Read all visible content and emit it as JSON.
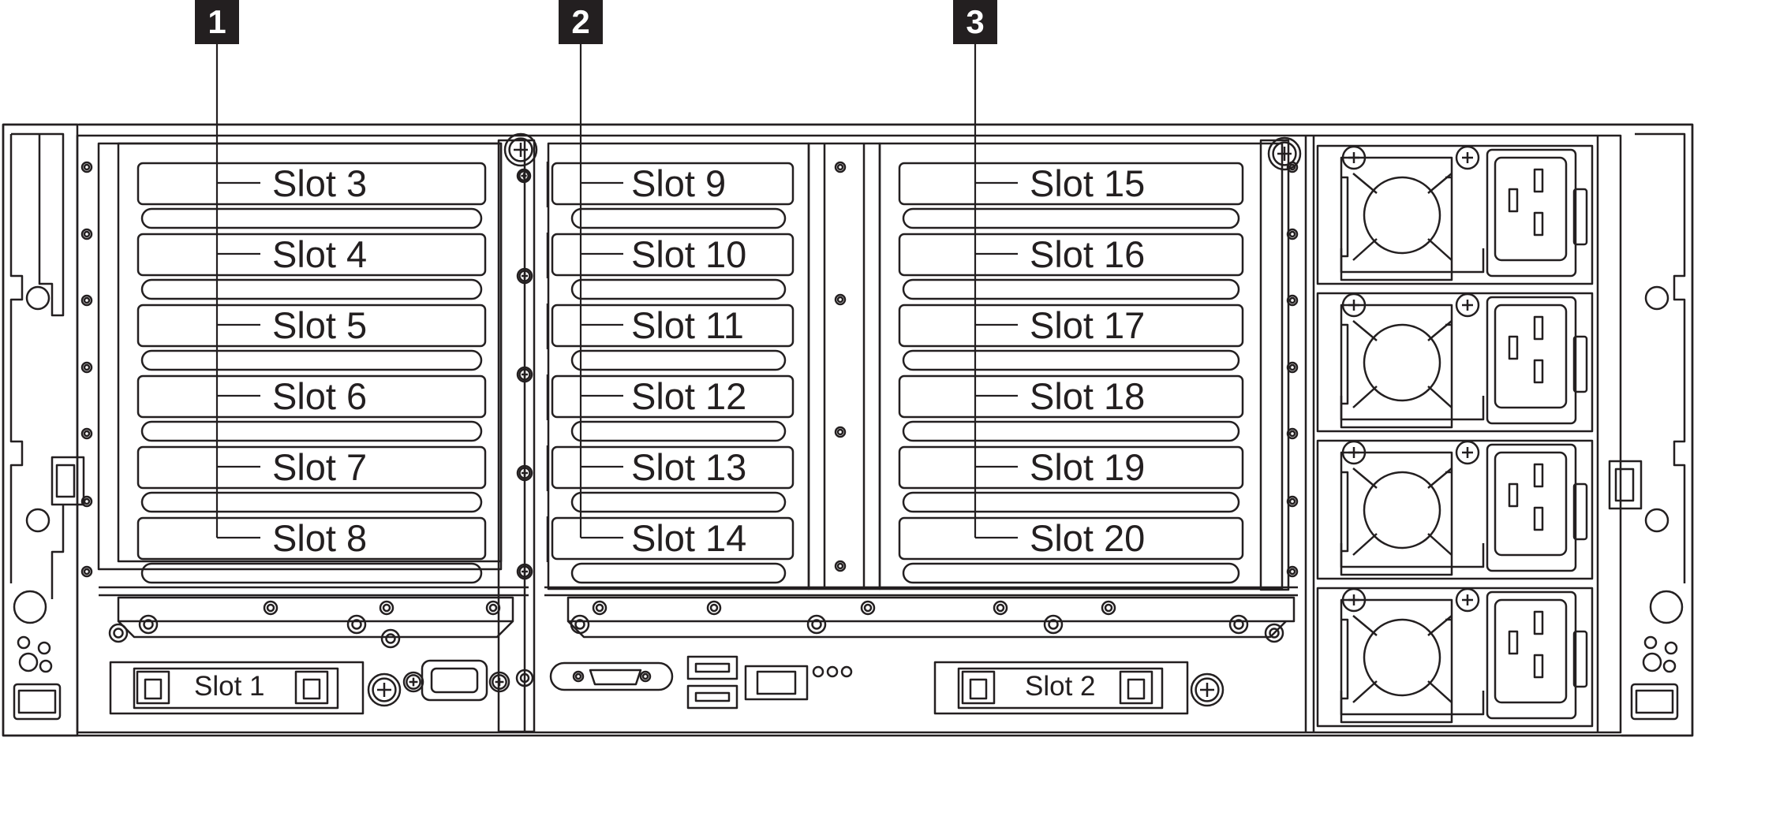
{
  "callouts": [
    "1",
    "2",
    "3"
  ],
  "groups": [
    {
      "callout": "1",
      "slots": [
        "Slot 3",
        "Slot 4",
        "Slot 5",
        "Slot 6",
        "Slot 7",
        "Slot 8"
      ]
    },
    {
      "callout": "2",
      "slots": [
        "Slot 9",
        "Slot 10",
        "Slot 11",
        "Slot 12",
        "Slot 13",
        "Slot 14"
      ]
    },
    {
      "callout": "3",
      "slots": [
        "Slot 15",
        "Slot 16",
        "Slot 17",
        "Slot 18",
        "Slot 19",
        "Slot 20"
      ]
    }
  ],
  "ocp_slots": [
    "Slot 1",
    "Slot 2"
  ],
  "colors": {
    "line": "#231f20",
    "callout_bg": "#231f20",
    "callout_text": "#ffffff",
    "background": "#ffffff"
  }
}
